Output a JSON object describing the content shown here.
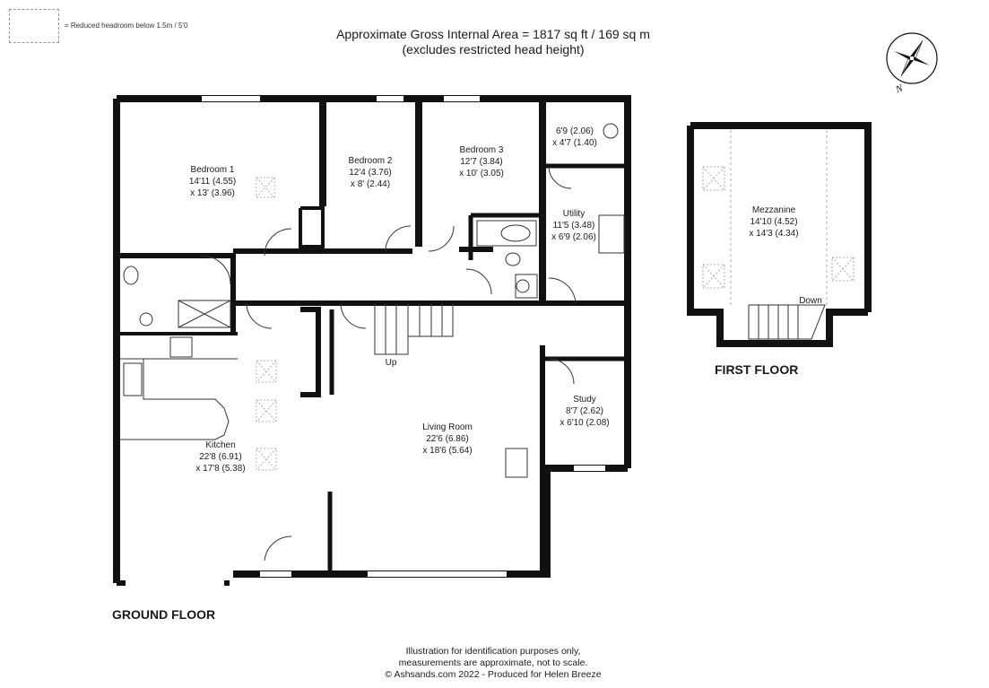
{
  "legend": {
    "text": "= Reduced headroom below 1.5m / 5'0"
  },
  "header": {
    "line1": "Approximate Gross Internal Area = 1817 sq ft / 169 sq m",
    "line2": "(excludes restricted head height)"
  },
  "compass": {
    "label": "N"
  },
  "ground_floor": {
    "title": "GROUND FLOOR",
    "rooms": [
      {
        "name": "Bedroom 1",
        "dim1": "14'11 (4.55)",
        "dim2": "x 13' (3.96)"
      },
      {
        "name": "Bedroom 2",
        "dim1": "12'4 (3.76)",
        "dim2": "x 8' (2.44)"
      },
      {
        "name": "Bedroom 3",
        "dim1": "12'7 (3.84)",
        "dim2": "x 10' (3.05)"
      },
      {
        "name": "",
        "dim1": "6'9 (2.06)",
        "dim2": "x 4'7 (1.40)"
      },
      {
        "name": "Utility",
        "dim1": "11'5 (3.48)",
        "dim2": "x 6'9 (2.06)"
      },
      {
        "name": "Kitchen",
        "dim1": "22'8 (6.91)",
        "dim2": "x 17'8 (5.38)"
      },
      {
        "name": "Living Room",
        "dim1": "22'6 (6.86)",
        "dim2": "x 18'6 (5.64)"
      },
      {
        "name": "Study",
        "dim1": "8'7 (2.62)",
        "dim2": "x 6'10 (2.08)"
      }
    ],
    "stairs_label": "Up"
  },
  "first_floor": {
    "title": "FIRST FLOOR",
    "rooms": [
      {
        "name": "Mezzanine",
        "dim1": "14'10 (4.52)",
        "dim2": "x 14'3 (4.34)"
      }
    ],
    "stairs_label": "Down"
  },
  "footer": {
    "line1": "Illustration for identification purposes only,",
    "line2": "measurements are approximate, not to scale.",
    "line3": "© Ashsands.com 2022 - Produced for Helen Breeze"
  }
}
